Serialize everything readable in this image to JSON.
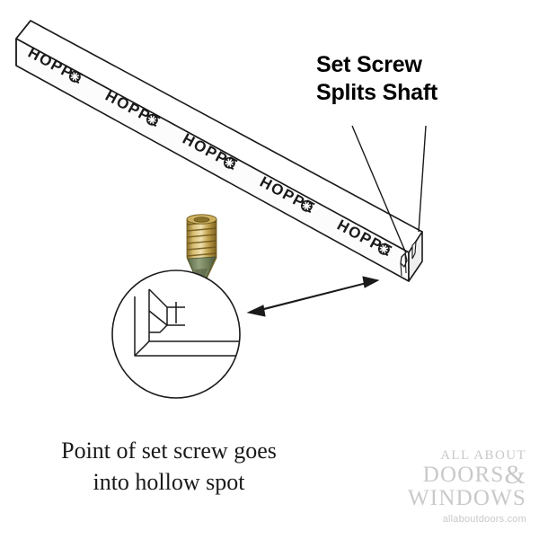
{
  "diagram": {
    "title": "Set Screw Splits Shaft",
    "title_line1": "Set Screw",
    "title_line2": "Splits Shaft",
    "caption_line1": "Point of set screw goes",
    "caption_line2": "into hollow spot",
    "brand_mark": "HOPPE",
    "brand_repeats": [
      "HOPPE",
      "HOPPE",
      "HOPPE",
      "HOPPE",
      "HOPPE"
    ],
    "colors": {
      "outline": "#1a1a1a",
      "shaft_fill": "#ffffff",
      "shaft_shadow": "#e8e8e8",
      "screw_gold_light": "#e0c070",
      "screw_gold_mid": "#b7913c",
      "screw_gold_dark": "#7d6420",
      "screw_tip": "#6b7a57",
      "text": "#000000",
      "watermark": "#c9c9c9"
    }
  },
  "watermark": {
    "line1": "ALL ABOUT",
    "line2": "DOORS",
    "amp": "&",
    "line3": "WINDOWS",
    "url": "allaboutdoors.com"
  }
}
